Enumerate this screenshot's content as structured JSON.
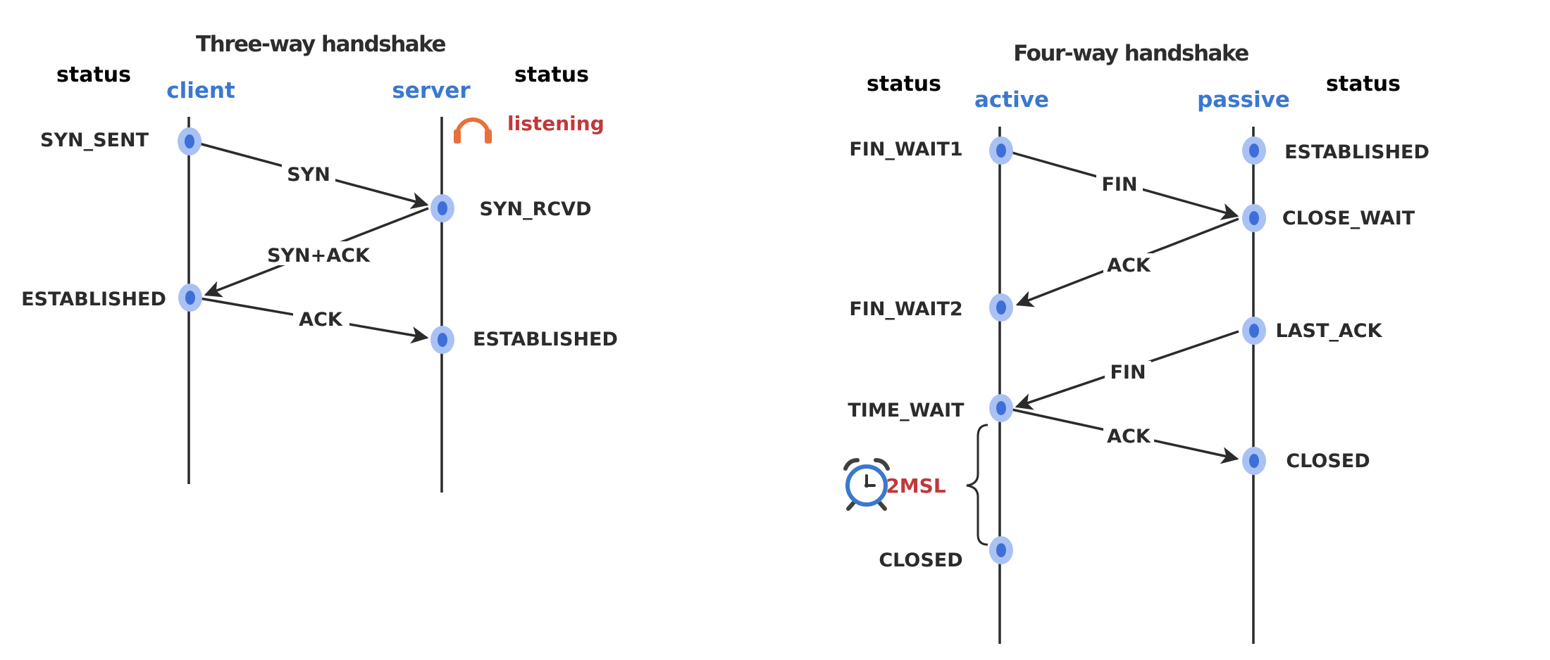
{
  "three_way": {
    "title": "Three-way handshake",
    "status_left": "status",
    "status_right": "status",
    "actor_left": "client",
    "actor_right": "server",
    "listening": "listening",
    "listening_icon": "headphones-icon",
    "states": {
      "syn_sent": "SYN_SENT",
      "syn_rcvd": "SYN_RCVD",
      "client_established": "ESTABLISHED",
      "server_established": "ESTABLISHED"
    },
    "messages": {
      "syn": "SYN",
      "syn_ack": "SYN+ACK",
      "ack": "ACK"
    }
  },
  "four_way": {
    "title": "Four-way handshake",
    "status_left": "status",
    "status_right": "status",
    "actor_left": "active",
    "actor_right": "passive",
    "active_states": {
      "fin_wait1": "FIN_WAIT1",
      "fin_wait2": "FIN_WAIT2",
      "time_wait": "TIME_WAIT",
      "closed": "CLOSED"
    },
    "passive_states": {
      "established": "ESTABLISHED",
      "close_wait": "CLOSE_WAIT",
      "last_ack": "LAST_ACK",
      "closed": "CLOSED"
    },
    "messages": {
      "fin1": "FIN",
      "ack1": "ACK",
      "fin2": "FIN",
      "ack2": "ACK"
    },
    "timer": "2MSL",
    "timer_icon": "alarm-clock-icon"
  },
  "colors": {
    "actor": "#3a78d0",
    "highlight": "#c0393b",
    "headphones": "#e8703a",
    "node": "#3e6fd8",
    "node_halo": "#a9c2f3"
  }
}
